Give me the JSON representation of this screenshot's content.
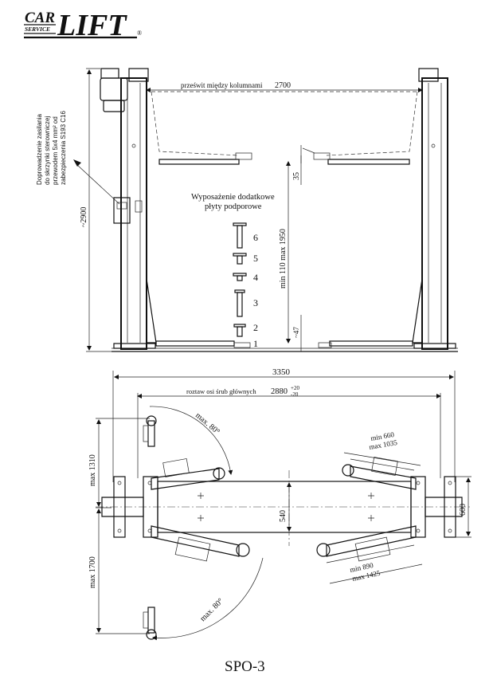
{
  "logo": {
    "car": "CAR",
    "service": "SERVICE",
    "lift": "LIFT",
    "registered": "®"
  },
  "front_view": {
    "clearance_label": "prześwit między kolumnami",
    "clearance_value": "2700",
    "height_total": "~2900",
    "dim_35": "35",
    "dim_47": "~47",
    "lift_range": "min 110 max 1950",
    "power_note_lines": [
      "Doprowadzenie zasilania",
      "do skrzynki sterowniczej",
      "przewodem 5x4 mm² od",
      "zabezpieczenia S193 C16"
    ],
    "accessories_title_1": "Wyposażenie dodatkowe",
    "accessories_title_2": "płyty podporowe",
    "accessory_numbers": [
      "6",
      "5",
      "4",
      "3",
      "2",
      "1"
    ]
  },
  "top_view": {
    "overall_width": "3350",
    "bolt_spacing_label": "roztaw osi śrub głównych",
    "bolt_spacing_value": "2880",
    "tol_plus": "+20",
    "tol_minus": "-20",
    "max_1310": "max 1310",
    "max_1700": "max 1700",
    "angle_top": "max. 80°",
    "angle_bottom": "max. 80°",
    "dim_540": "540",
    "dim_600": "600",
    "arm_short_min": "min 660",
    "arm_short_max": "max 1035",
    "arm_long_min": "min 890",
    "arm_long_max": "max 1425"
  },
  "model": "SPO-3"
}
